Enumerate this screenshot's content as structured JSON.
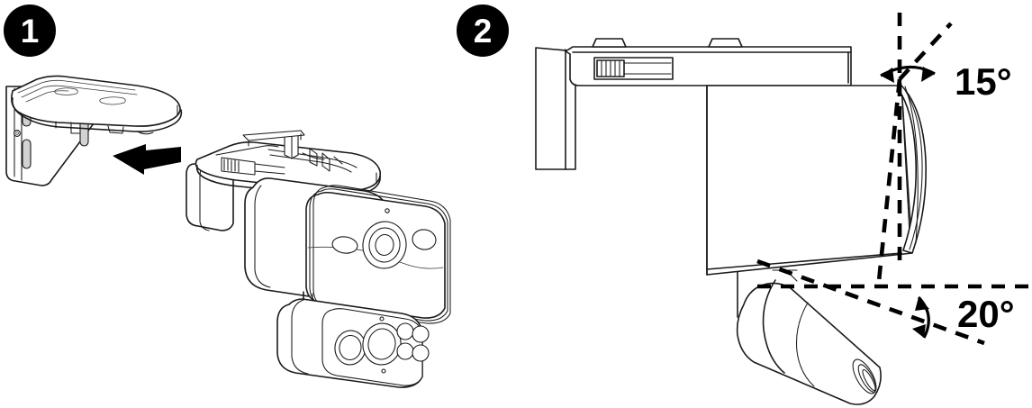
{
  "document": {
    "type": "installation-instruction-diagram",
    "title": "Camera Wall Mount Installation",
    "background_color": "#ffffff",
    "line_color": "#1a1a1a",
    "badge_color": "#000000",
    "badge_text_color": "#ffffff",
    "panel_count": 2
  },
  "steps": [
    {
      "number": "1",
      "badge_label": "1",
      "illustration": "wall-mount-bracket-sliding-onto-camera",
      "parts": [
        {
          "name": "wall-mount-bracket",
          "detail": "angled top plate with vertical back plate and screw slots"
        },
        {
          "name": "camera-body",
          "detail": "bullet camera head with lens and mounting neck"
        },
        {
          "name": "camera-lens-module",
          "detail": "lower module with two lenses and four IR LEDs"
        },
        {
          "name": "assembly-arrow",
          "detail": "solid black arrow pointing left indicating slide direction"
        }
      ]
    },
    {
      "number": "2",
      "badge_label": "2",
      "illustration": "side-view-with-tilt-angle-annotations",
      "parts": [
        {
          "name": "wall-mount-bracket-side-view",
          "detail": "bracket arm with release slider and two top tabs"
        },
        {
          "name": "camera-body-side-view",
          "detail": "camera housing tilted about the pivot"
        },
        {
          "name": "camera-lens-module-side-view",
          "detail": "cylindrical lens barrel tilted downward"
        }
      ],
      "annotations": [
        {
          "name": "tilt-angle-vertical",
          "value": "15",
          "unit": "°",
          "label": "15°",
          "reference": "vertical dashed line",
          "meaning": "maximum side tilt of camera housing from vertical"
        },
        {
          "name": "tilt-angle-horizontal",
          "value": "20",
          "unit": "°",
          "label": "20°",
          "reference": "horizontal dashed line",
          "meaning": "maximum downward tilt of lens module from horizontal"
        }
      ]
    }
  ],
  "labels": {
    "angle_15": "15°",
    "angle_20": "20°",
    "badge_1": "1",
    "badge_2": "2"
  },
  "chart_data": {
    "type": "diagram",
    "title": "Camera mount tilt range",
    "annotations": [
      {
        "label": "15°",
        "value": 15,
        "axis": "vertical-reference",
        "panel": 2
      },
      {
        "label": "20°",
        "value": 20,
        "axis": "horizontal-reference",
        "panel": 2
      }
    ]
  }
}
